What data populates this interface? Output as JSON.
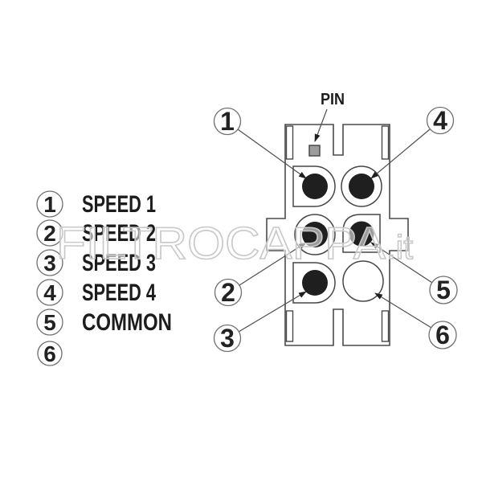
{
  "diagram": {
    "pin_marker": {
      "label": "PIN"
    },
    "legend": {
      "items": [
        {
          "number": "1",
          "label": "SPEED 1"
        },
        {
          "number": "2",
          "label": "SPEED 2"
        },
        {
          "number": "3",
          "label": "SPEED 3"
        },
        {
          "number": "4",
          "label": "SPEED 4"
        },
        {
          "number": "5",
          "label": "COMMON"
        },
        {
          "number": "6",
          "label": ""
        }
      ]
    },
    "callouts": [
      {
        "number": "1"
      },
      {
        "number": "2"
      },
      {
        "number": "3"
      },
      {
        "number": "4"
      },
      {
        "number": "5"
      },
      {
        "number": "6"
      }
    ],
    "pins": [
      {
        "id": "1",
        "position": "top-left",
        "populated": true
      },
      {
        "id": "2",
        "position": "middle-left",
        "populated": true
      },
      {
        "id": "3",
        "position": "bottom-left",
        "populated": true
      },
      {
        "id": "4",
        "position": "top-right",
        "populated": true
      },
      {
        "id": "5",
        "position": "middle-right",
        "populated": true
      },
      {
        "id": "6",
        "position": "bottom-right",
        "populated": false
      }
    ],
    "watermark": {
      "text": "FILTROCAPPA",
      "suffix": ".it"
    },
    "colors": {
      "line": "#4a4a4a",
      "contact_fill": "#1f1f1f",
      "marker_fill": "#9c9c9c",
      "watermark_stroke": "#c9c9c9",
      "text": "#222222"
    }
  }
}
